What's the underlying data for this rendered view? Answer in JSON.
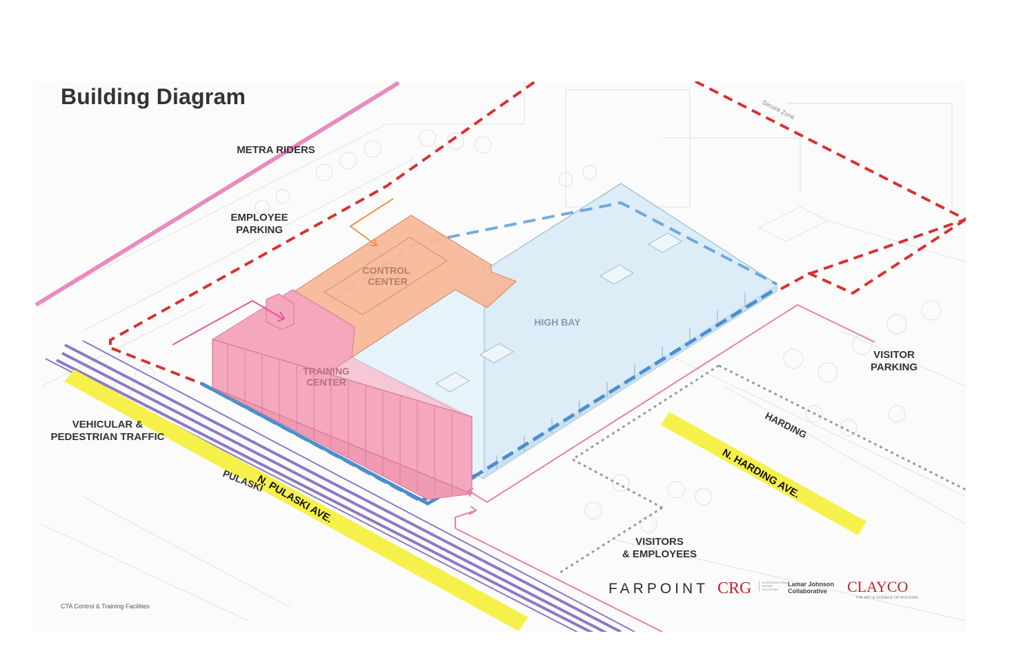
{
  "title": "Building Diagram",
  "labels": {
    "metra_riders": "METRA RIDERS",
    "employee_parking_1": "EMPLOYEE",
    "employee_parking_2": "PARKING",
    "control_center_1": "CONTROL",
    "control_center_2": "CENTER",
    "high_bay": "HIGH BAY",
    "training_center_1": "TRAINING",
    "training_center_2": "CENTER",
    "visitor_parking_1": "VISITOR",
    "visitor_parking_2": "PARKING",
    "vehicular_1": "VEHICULAR &",
    "vehicular_2": "PEDESTRIAN TRAFFIC",
    "pulaski_base": "PULASKI",
    "pulaski_ave": "N. PULASKI AVE.",
    "harding_base": "HARDING",
    "harding_ave": "N. HARDING AVE.",
    "visitors_1": "VISITORS",
    "visitors_2": "& EMPLOYEES",
    "secure_zone": "Secure Zone"
  },
  "footer_note": "CTA Control & Training Facilities",
  "logos": {
    "farpoint": "FARPOINT",
    "crg": "CRG",
    "crg_sub": "INTEGRATED REAL ESTATE SOLUTIONS",
    "ljc": "Lamar Johnson Collaborative",
    "clayco": "CLAYCO",
    "clayco_sub": "THE ART & SCIENCE OF BUILDING"
  },
  "colors": {
    "training_center": "#f4a7bd",
    "control_center": "#f8b99b",
    "high_bay": "#dcedf8",
    "secure_zone_line": "#d9302c",
    "building_outline": "#4a8fcf",
    "street_highlight": "#f6f14a",
    "metra_line": "#e98bbd",
    "cta_line": "#8c78c6",
    "visitor_path": "#e8809f",
    "control_arrow": "#f0914a"
  }
}
